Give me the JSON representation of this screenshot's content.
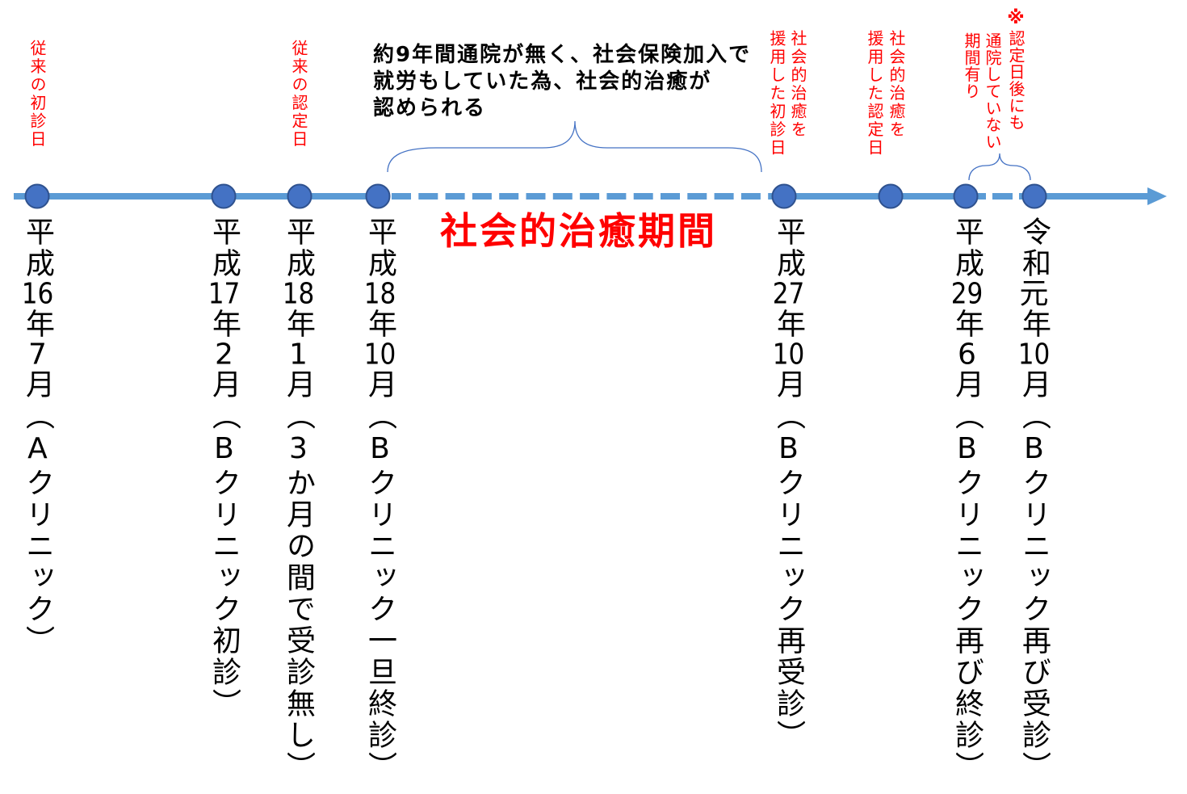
{
  "colors": {
    "timeline_line": "#5B9BD5",
    "timeline_node": "#4472C4",
    "timeline_node_stroke": "#2F528F",
    "brace": "#4472C4",
    "annotation_red": "#FF0000",
    "text": "#000000"
  },
  "explanation_lines": [
    "約9年間通院が無く、社会保険加入で",
    "就労もしていた為、社会的治癒が",
    "認められる"
  ],
  "period_label": "社会的治癒期間",
  "annotations": {
    "original_first_visit": "従来の初診日",
    "original_certification": "従来の認定日",
    "social_cure_first_visit": [
      "社会的治癒を",
      "援用した初診日"
    ],
    "social_cure_certification": [
      "社会的治癒を",
      "援用した認定日"
    ],
    "note_mark": "※",
    "note_lines": [
      "認定日後にも",
      "通院していない",
      "期間有り"
    ]
  },
  "timeline": {
    "events": [
      {
        "era": "平成",
        "year": "16",
        "year_unit": "年",
        "month": "7",
        "month_unit": "月",
        "note": "（Aクリニック）"
      },
      {
        "era": "平成",
        "year": "17",
        "year_unit": "年",
        "month": "2",
        "month_unit": "月",
        "note": "（Bクリニック初診）"
      },
      {
        "era": "平成",
        "year": "18",
        "year_unit": "年",
        "month": "1",
        "month_unit": "月",
        "note": "（3か月の間で受診無し）"
      },
      {
        "era": "平成",
        "year": "18",
        "year_unit": "年",
        "month": "10",
        "month_unit": "月",
        "note": "（Bクリニック一旦終診）"
      },
      {
        "era": "平成",
        "year": "27",
        "year_unit": "年",
        "month": "10",
        "month_unit": "月",
        "note": "（Bクリニック再受診）"
      },
      {
        "era": "平成",
        "year": "29",
        "year_unit": "年",
        "month": "6",
        "month_unit": "月",
        "note": "（Bクリニック再び終診）"
      },
      {
        "era": "令和",
        "year": "元",
        "year_unit": "年",
        "month": "10",
        "month_unit": "月",
        "note": "（Bクリニック再び受診）"
      }
    ]
  }
}
